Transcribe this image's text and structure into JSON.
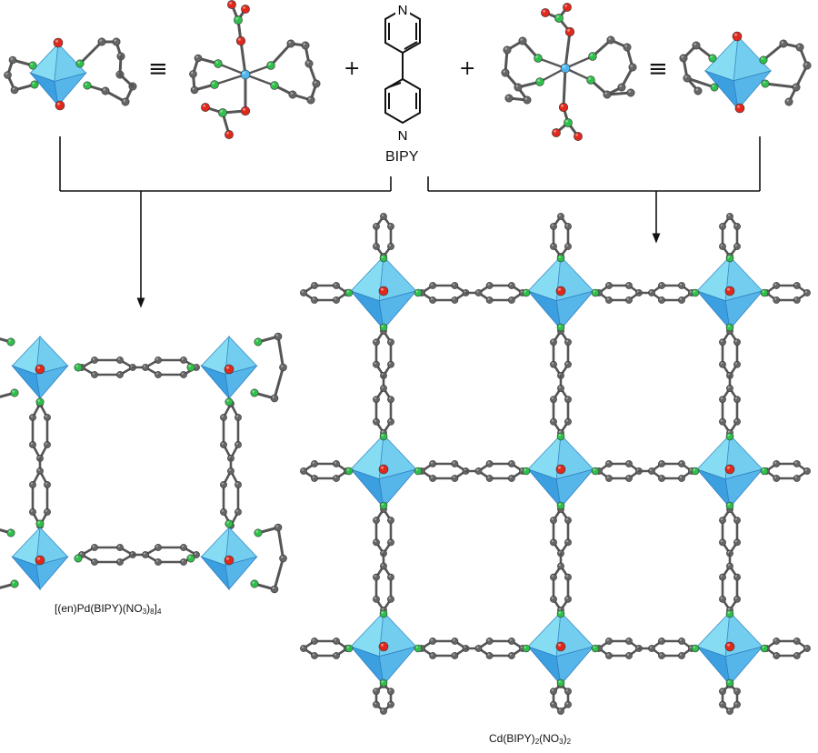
{
  "diagram": {
    "symbols": {
      "equivalent": "≡",
      "plus": "+"
    },
    "ligand": {
      "name": "BIPY",
      "atom": "N"
    },
    "products": {
      "square": {
        "prefix": "[(en)Pd(BIPY)(NO",
        "sub1": "3",
        "mid": ")",
        "sub2": "8",
        "close": "]",
        "sub3": "4"
      },
      "grid": {
        "prefix": "Cd(BIPY)",
        "sub1": "2",
        "mid": "(NO",
        "sub2": "3",
        "close": ")",
        "sub3": "2"
      }
    },
    "colors": {
      "octahedron_light": "#86dcf2",
      "octahedron_dark": "#3b9fe0",
      "carbon": "#666666",
      "nitrogen": "#2fbf4a",
      "oxygen": "#e0291c",
      "metal": "#4fb5ee",
      "bond": "#555555",
      "line": "#111111"
    }
  }
}
